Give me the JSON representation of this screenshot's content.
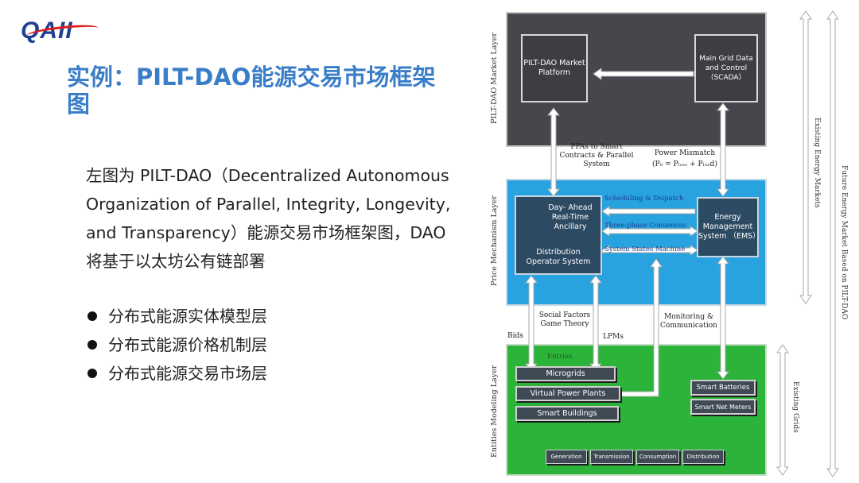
{
  "header": {
    "logo_text": "QAII",
    "title": "实例：PILT-DAO能源交易市场框架图"
  },
  "body": {
    "paragraph_lines": [
      "左图为 PILT-DAO（Decentralized Autonomous",
      " Organization of Parallel, Integrity, Longevity,",
      "and Transparency）能源交易市场框架图，DAO",
      "将基于以太坊公有链部署"
    ],
    "bullets": [
      "分布式能源实体模型层",
      "分布式能源价格机制层",
      "分布式能源交易市场层"
    ]
  },
  "diagram": {
    "layers": {
      "market": "PILT-DAO Market Layer",
      "price": "Price Mechanism Layer",
      "entities": "Entities Modeling Layer"
    },
    "side_labels": {
      "existing_markets": "Existing Energy Markets",
      "future_market": "Future Energy Market Based on PILT-DAO",
      "existing_grids": "Existing Grids"
    },
    "boxes": {
      "platform": "PILT-DAO Market Platform",
      "scada": "Main Grid Data and Control （SCADA）",
      "dso_top": "Day- Ahead Real-Time Ancillary",
      "dso_bottom": "Distribution Operator System",
      "ems": "Energy Management System （EMS）"
    },
    "labels": {
      "ppas": "PPAs to Smart Contracts & Parallel System",
      "power_mismatch": "Power Mismatch",
      "power_formula": "(P₀ = Pₗₒₛₛ + Pₗₒₐd)",
      "scheduling": "Scheduling & Dsipatch",
      "consensus": "Three-phase Consensus",
      "state_machine": "System  States Machine",
      "social": "Social Factors Game Theory",
      "bids": "Bids",
      "lpms": "LPMs",
      "monitoring": "Monitoring & Communication",
      "entries": "Entries"
    },
    "entities": [
      "Microgrids",
      "Virtual Power Plants",
      "Smart Buildings"
    ],
    "right_entities": [
      "Smart Batteries",
      "Smart Net Meters"
    ],
    "grid_blocks": [
      "Generation",
      "Transmission",
      "Consumption",
      "Distribution"
    ],
    "colors": {
      "market_layer": "#46464d",
      "price_layer": "#29a3e0",
      "entities_layer": "#2cb33a"
    }
  }
}
